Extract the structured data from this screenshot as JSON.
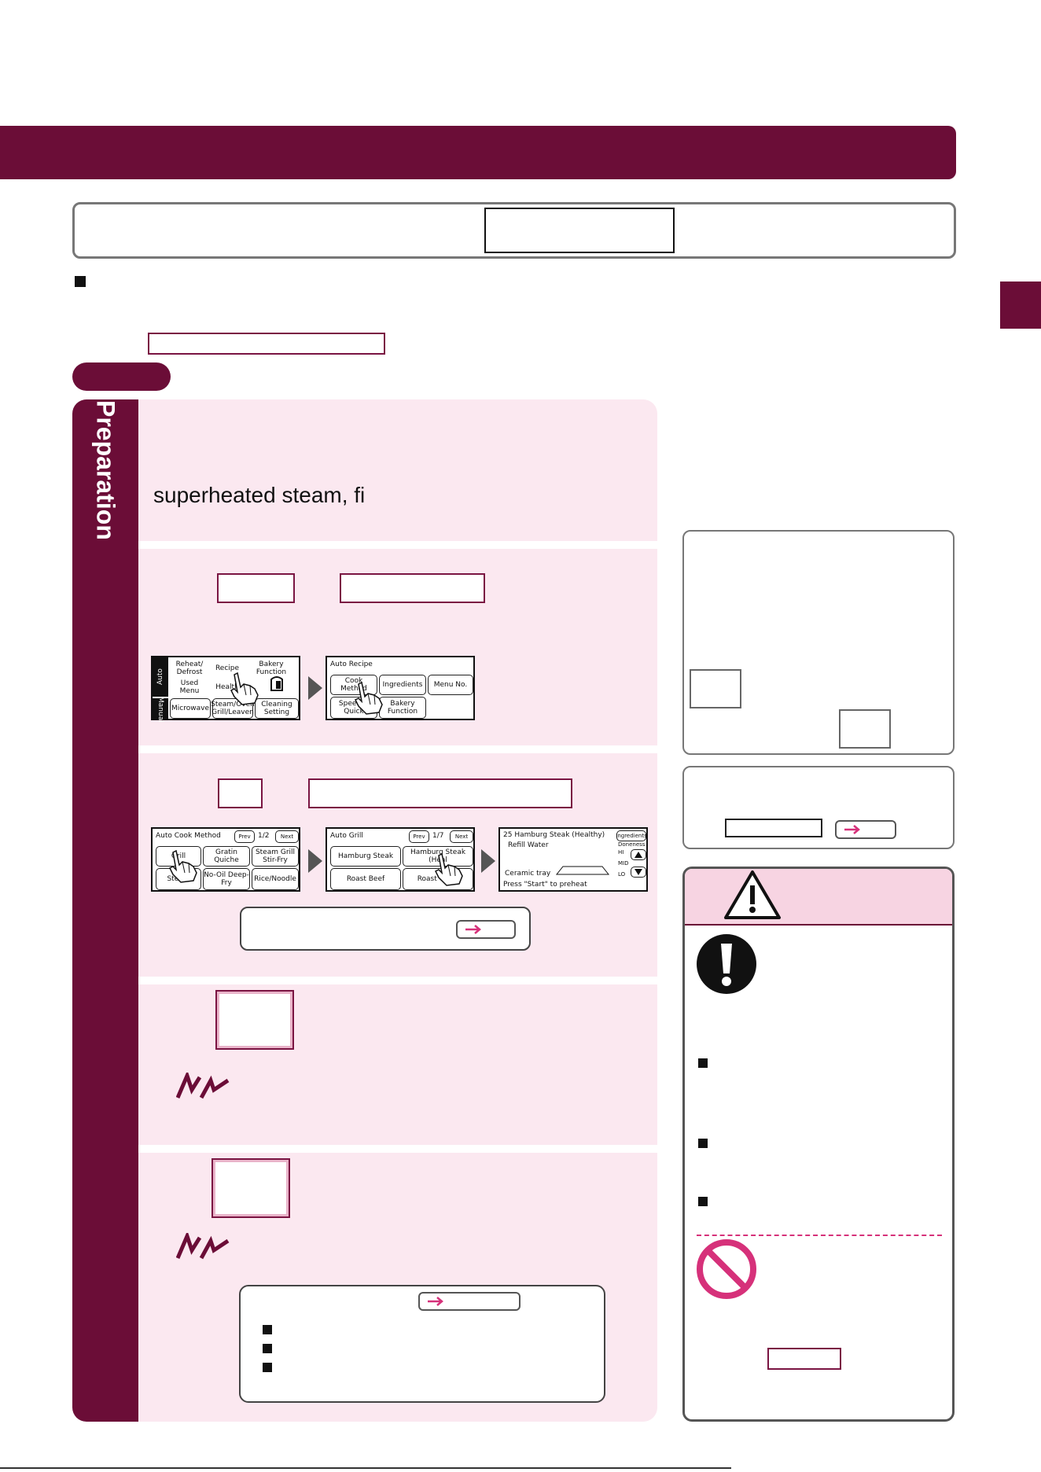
{
  "preparation": {
    "label": "Preparation",
    "text": "superheated steam, fi"
  },
  "screen1": {
    "auto_label": "Auto",
    "manual_label": "Manual",
    "reheat_defrost": "Reheat/ Defrost",
    "recipe": "Recipe",
    "bakery_function": "Bakery Function",
    "used_menu": "Used Menu",
    "health": "Health",
    "microwave": "Microwave",
    "steam_oven": "Steam/Oven Grill/Leaven",
    "cleaning": "Cleaning Setting"
  },
  "screen2": {
    "title": "Auto Recipe",
    "cook_method": "Cook Method",
    "ingredients": "Ingredients",
    "menu_no": "Menu No.",
    "speed": "Speed/D Quick",
    "bakery_function": "Bakery Function"
  },
  "screen3": {
    "title": "Auto Cook Method",
    "prev": "Prev",
    "page": "1/2",
    "next": "Next",
    "grill": "Grill",
    "gratin": "Gratin Quiche",
    "steam_grill": "Steam Grill Stir-Fry",
    "steam": "Steam",
    "no_oil": "No-Oil Deep-Fry",
    "rice_noodle": "Rice/Noodle"
  },
  "screen4": {
    "title": "Auto Grill",
    "prev": "Prev",
    "page": "1/7",
    "next": "Next",
    "hamburg": "Hamburg Steak",
    "hamburg_healthy": "Hamburg Steak (Heal",
    "roast_beef": "Roast Beef",
    "roast_chicken": "Roast Chick"
  },
  "screen5": {
    "title": "25 Hamburg Steak (Healthy)",
    "ingredients": "Ingredients",
    "refill": "Refill Water",
    "doneness": "Doneness",
    "hi": "HI",
    "mid": "MID",
    "lo": "LO",
    "tray": "Ceramic tray",
    "preheat": "Press \"Start\" to preheat"
  },
  "colors": {
    "maroon": "#6b0d37",
    "pink_bg": "#fbe8f0",
    "accent": "#d6317a"
  }
}
